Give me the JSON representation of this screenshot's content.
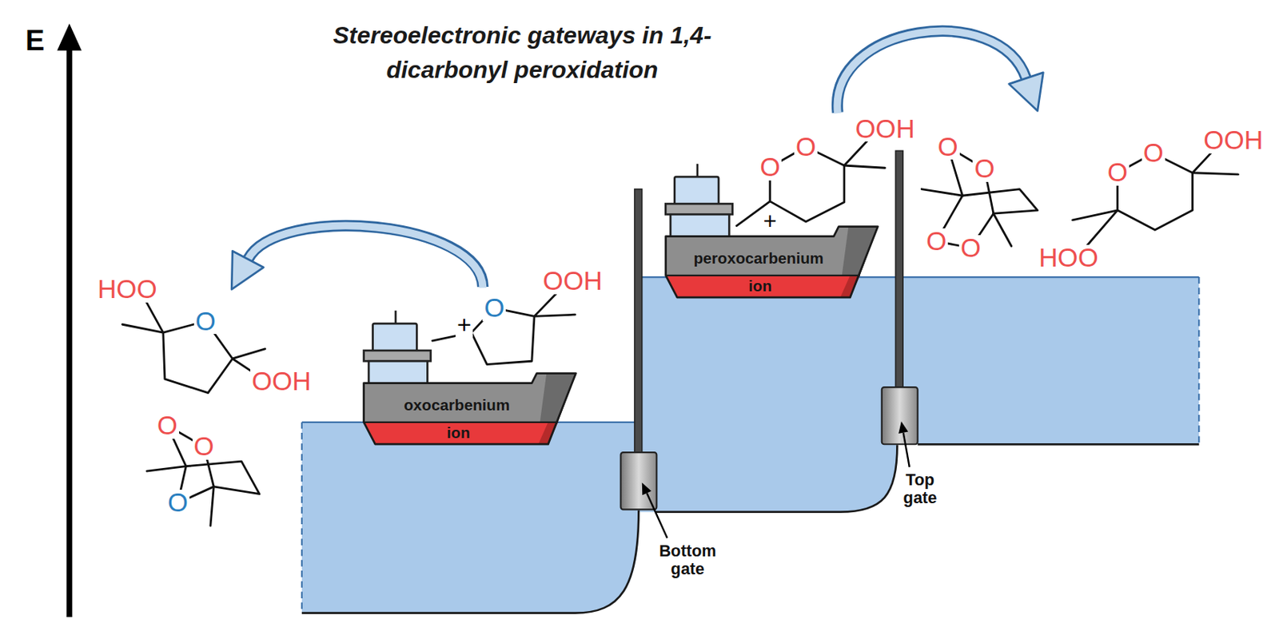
{
  "diagram": {
    "title": "Stereoelectronic gateways in 1,4-dicarbonyl peroxidation",
    "nodes": [
      {
        "text": [
          "oxocarbenium",
          "ion"
        ]
      },
      {
        "text": [
          "peroxocarbenium",
          "ion"
        ]
      }
    ],
    "labels": [
      "E",
      "HOO",
      "O",
      "OOH",
      "O",
      "O",
      "O",
      "+",
      "O",
      "OOH",
      "O",
      "O",
      "OOH",
      "+",
      "O",
      "O",
      "O",
      "O",
      "O",
      "O",
      "OOH",
      "HOO",
      "Bottom gate",
      "Top gate"
    ]
  }
}
